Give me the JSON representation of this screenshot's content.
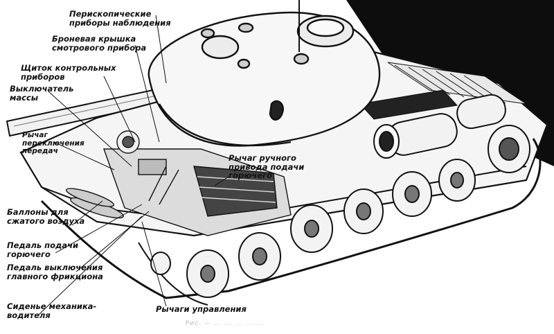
{
  "labels": {
    "periscope": "Перископические\nприборы наблюдения",
    "armor_cover": "Броневая крышка\nсмотрового прибора",
    "instrument_panel": "Щиток контрольных\nприборов",
    "mass_switch": "Выключатель\nмассы",
    "gear_lever": "Рычаг\nпереключения\nпередач",
    "hand_fuel_lever": "Рычаг ручного\nпривода подачи\nгорючего",
    "air_cylinders": "Баллоны для\nсжатого воздуха",
    "fuel_pedal": "Педаль подачи\nгорючего",
    "clutch_pedal": "Педаль выключения\nглавного фрикциона",
    "driver_seat": "Сиденье механика-\nводителя",
    "control_levers": "Рычаги управления"
  },
  "caption": "Рис. — ... ... ... ... ..."
}
